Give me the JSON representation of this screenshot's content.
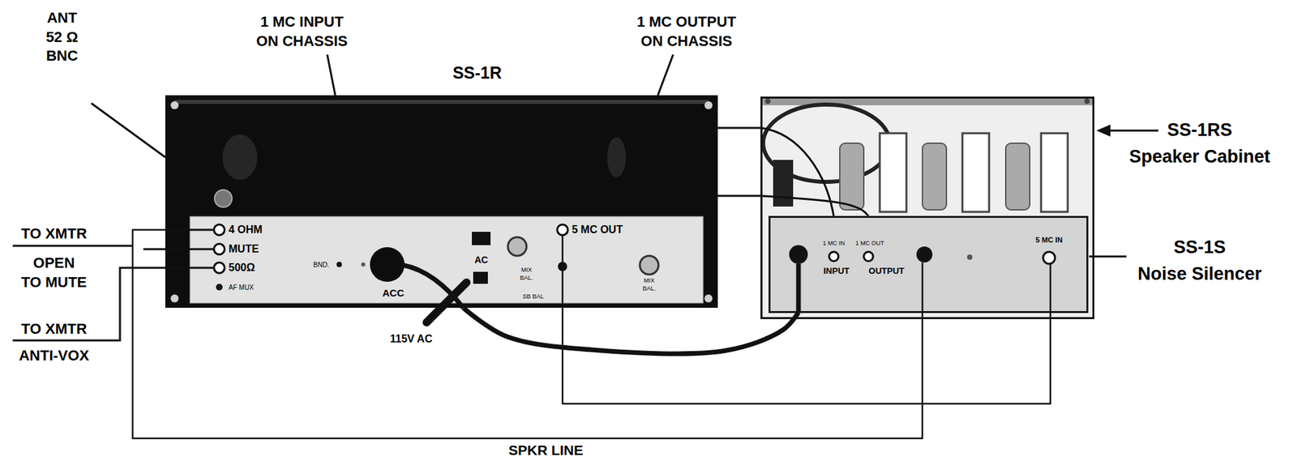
{
  "diagram": {
    "nodes": [
      {
        "text": [
          "SS-1R"
        ]
      },
      {
        "text": [
          "SS-1RS",
          "Speaker Cabinet"
        ]
      },
      {
        "text": [
          "SS-1S",
          "Noise Silencer"
        ],
        "in": 1
      }
    ],
    "edges": [
      {
        "from": 0,
        "to": 1,
        "arrow": "none"
      },
      {
        "from": 0,
        "to": 1,
        "arrow": "none"
      },
      {
        "from": 0,
        "to": 2,
        "arrow": "none"
      },
      {
        "from": 0,
        "to": 2,
        "arrow": "none"
      },
      {
        "from": 0,
        "to": 2,
        "label": "SPKR LINE",
        "arrow": "none"
      }
    ],
    "labels": [
      "1 MC INPUT ON CHASSIS",
      "1 MC OUTPUT ON CHASSIS",
      "ANT 52 Ω BNC",
      "TO XMTR",
      "OPEN TO MUTE",
      "TO XMTR",
      "ANTI-VOX",
      "4 OHM",
      "MUTE",
      "500Ω",
      "AF MUX",
      "BND.",
      "ACC",
      "115V AC",
      "AC",
      "5 MC OUT",
      "MIX BAL.",
      "SB BAL",
      "MIX BAL.",
      "1 MC IN",
      "1 MC OUT",
      "INPUT",
      "OUTPUT",
      "5 MC IN"
    ]
  }
}
